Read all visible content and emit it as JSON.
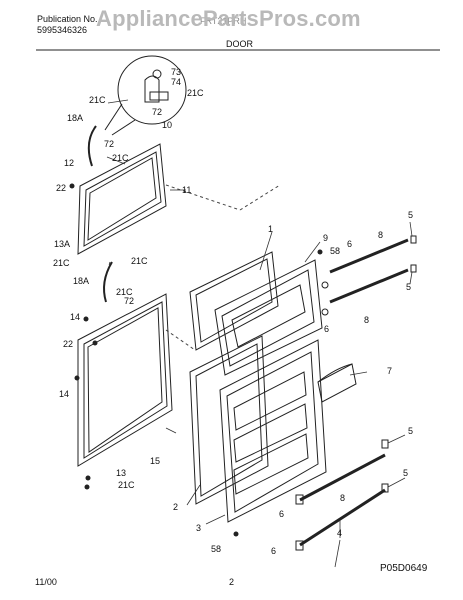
{
  "header": {
    "pub_label": "Publication No.",
    "pub_number": "5995346326",
    "model": "FRT21PRH",
    "section": "DOOR",
    "watermark": "AppliancePartsPros.com"
  },
  "footer": {
    "date": "11/00",
    "page": "2",
    "diagram_code": "P05D0649"
  },
  "callouts": [
    "73",
    "74",
    "21C",
    "21C",
    "72",
    "18A",
    "10",
    "72",
    "21C",
    "12",
    "22",
    "11",
    "1",
    "9",
    "58",
    "6",
    "8",
    "5",
    "5",
    "8",
    "6",
    "13A",
    "21C",
    "21C",
    "18A",
    "21C",
    "72",
    "14",
    "22",
    "14",
    "7",
    "5",
    "5",
    "8",
    "6",
    "15",
    "13",
    "21C",
    "2",
    "3",
    "4",
    "6",
    "58"
  ]
}
